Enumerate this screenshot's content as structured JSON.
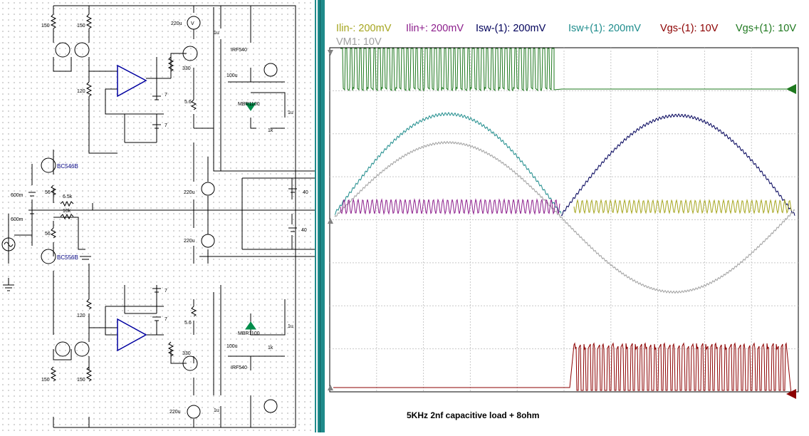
{
  "colors": {
    "grid": "#c8c8c8",
    "axis": "#000000",
    "divider": "#1f8a8a",
    "background": "#ffffff"
  },
  "legend": [
    {
      "label": "Ilin-: 200mV",
      "color": "#a5a51e"
    },
    {
      "label": "Ilin+: 200mV",
      "color": "#8c1e8c"
    },
    {
      "label": "Isw-(1): 200mV",
      "color": "#00005a"
    },
    {
      "label": "Isw+(1): 200mV",
      "color": "#1e8c8c"
    },
    {
      "label": "Vgs-(1): 10V",
      "color": "#8c0000"
    },
    {
      "label": "Vgs+(1): 10V",
      "color": "#1e781e"
    },
    {
      "label": "VM1: 10V",
      "color": "#a0a0a0"
    }
  ],
  "caption": "5KHz 2nf capacitive load  + 8ohm",
  "schematic": {
    "labels": {
      "r150_tl": "150",
      "r150_tr": "150",
      "r120_top": "120",
      "c220u_top": "220u",
      "irf540_top": "IRF540",
      "l100u_top": "100u",
      "mbr1100_top": "MBR1100",
      "r330_top": "330",
      "r56_top": "5.6",
      "r1k_top": "1k",
      "v7_a": "7",
      "v7_b": "7",
      "bc546b": "BC546B",
      "bc556b": "BC556B",
      "v600m_a": "600m",
      "v600m_b": "600m",
      "r56_l1": "56",
      "r56_l2": "56",
      "r65k": "6.5k",
      "r10k": "10k",
      "c220u_mid1": "220u",
      "c220u_mid2": "220u",
      "v40_a": "40",
      "v40_b": "40",
      "r120_bot": "120",
      "v7_c": "7",
      "v7_d": "7",
      "r56_bot": "5.6",
      "mbr1100_bot": "MBR1100",
      "r1k_bot": "1k",
      "r330_bot": "330",
      "l100u_bot": "100u",
      "irf540_bot": "IRF540",
      "r150_bl": "150",
      "r150_br": "150",
      "c220u_bot": "220u",
      "cap_1u_a": "1u",
      "cap_1u_b": "1u",
      "cap_1u_c": "1u",
      "cap_1u_d": "1u",
      "meter_v": "V"
    }
  }
}
